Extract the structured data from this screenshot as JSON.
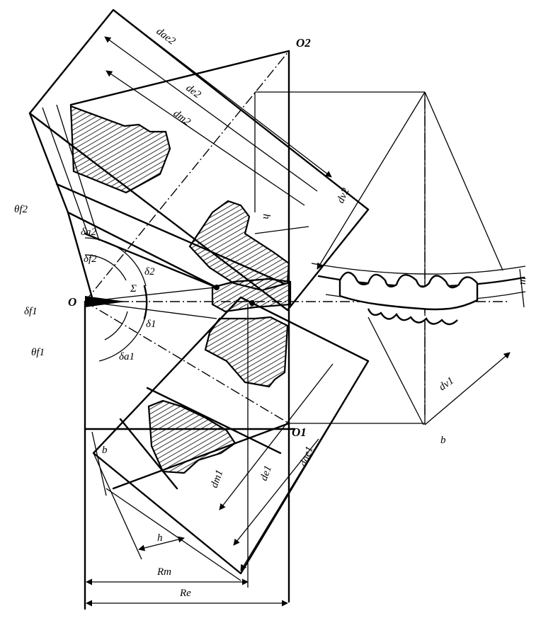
{
  "labels": {
    "dae2": "dae2",
    "de2": "de2",
    "dm2": "dm2",
    "o2": "O2",
    "o": "O",
    "o1": "O1",
    "theta_f2": "θf2",
    "delta_a2": "δa2",
    "delta_f2": "δf2",
    "delta_2": "δ2",
    "sigma": "Σ",
    "delta_1": "δ1",
    "delta_f1": "δf1",
    "theta_f1": "θf1",
    "delta_a1": "δa1",
    "b": "b",
    "h": "h",
    "rm": "Rm",
    "re": "Re",
    "dm1": "dm1",
    "de1": "de1",
    "dae1": "dae1",
    "dv2": "dv2",
    "dv1": "dv1",
    "m": "m",
    "b_right": "b",
    "h_small": "h"
  }
}
